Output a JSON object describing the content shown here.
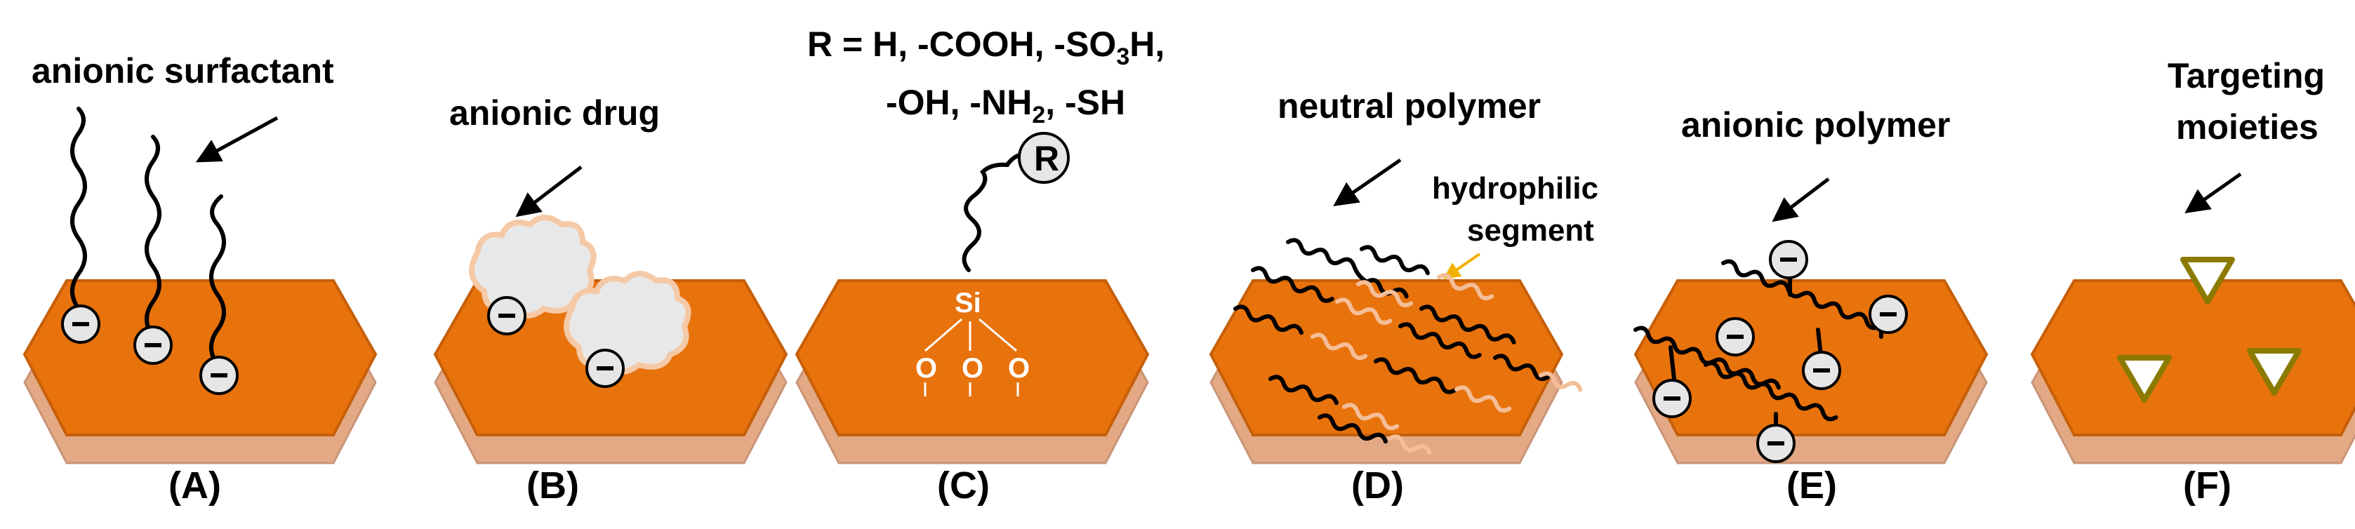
{
  "figure": {
    "colors": {
      "particle_top": "#E8720C",
      "particle_edge": "#C65F08",
      "particle_side": "#E3A985",
      "charge_fill": "#E6E6E6",
      "light_segment": "#F4BE98",
      "drug_fill": "#E8E8E8",
      "drug_outline": "#F5C9A6",
      "triangle_stroke": "#8B7A00",
      "pointer_arrow_yellow": "#F2B000"
    },
    "panels": [
      {
        "id": "A",
        "label": "(A)",
        "title": "anionic surfactant",
        "charge_symbol": "−"
      },
      {
        "id": "B",
        "label": "(B)",
        "title": "anionic drug",
        "charge_symbol": "−"
      },
      {
        "id": "C",
        "label": "(C)",
        "formula_line1_main": "R = H, -COOH, -SO",
        "formula_line1_sub": "3",
        "formula_line1_end": "H,",
        "formula_line2_main": "-OH, -NH",
        "formula_line2_sub": "2",
        "formula_line2_end": ", -SH",
        "r_group": "R",
        "silicon": "Si",
        "oxygen": "O"
      },
      {
        "id": "D",
        "label": "(D)",
        "title": "neutral polymer",
        "segment_line1": "hydrophilic",
        "segment_line2": "segment"
      },
      {
        "id": "E",
        "label": "(E)",
        "title": "anionic polymer",
        "charge_symbol": "−"
      },
      {
        "id": "F",
        "label": "(F)",
        "title_line1": "Targeting",
        "title_line2": "moieties"
      }
    ]
  }
}
